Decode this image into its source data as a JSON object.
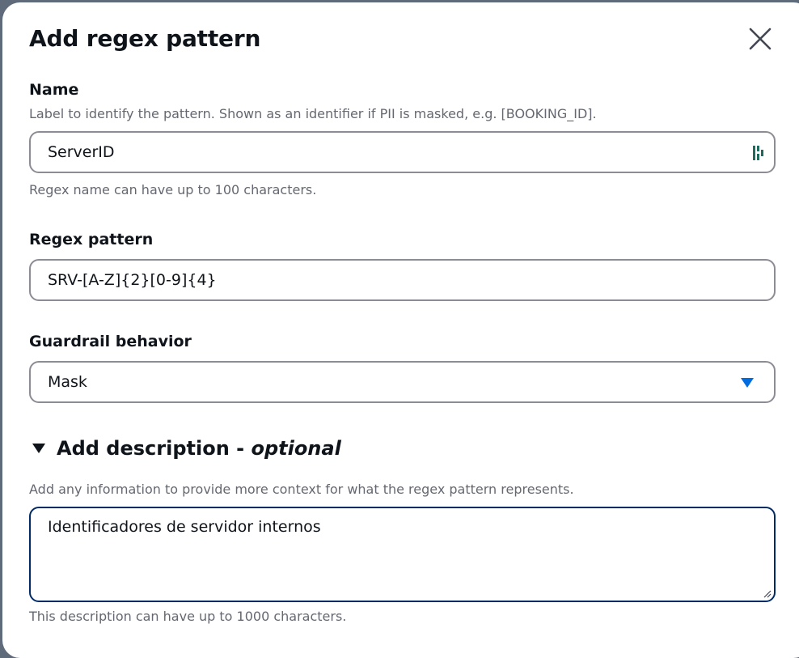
{
  "dialog": {
    "title": "Add regex pattern",
    "close_icon": "close-icon"
  },
  "name_field": {
    "label": "Name",
    "description": "Label to identify the pattern. Shown as an identifier if PII is masked, e.g. [BOOKING_ID].",
    "value": "ServerID",
    "hint": "Regex name can have up to 100 characters.",
    "extension_icon": "password-manager-icon"
  },
  "regex_field": {
    "label": "Regex pattern",
    "value": "SRV-[A-Z]{2}[0-9]{4}"
  },
  "behavior_field": {
    "label": "Guardrail behavior",
    "selected": "Mask",
    "arrow_icon": "caret-down-icon"
  },
  "description_section": {
    "title": "Add description - ",
    "title_optional": "optional",
    "help": "Add any information to provide more context for what the regex pattern represents.",
    "value": "Identificadores de servidor internos",
    "hint": "This description can have up to 1000 characters."
  },
  "colors": {
    "accent": "#006ce0",
    "focus_border": "#002b66",
    "border": "#8c8c94",
    "text": "#0f141a",
    "muted": "#656871"
  }
}
